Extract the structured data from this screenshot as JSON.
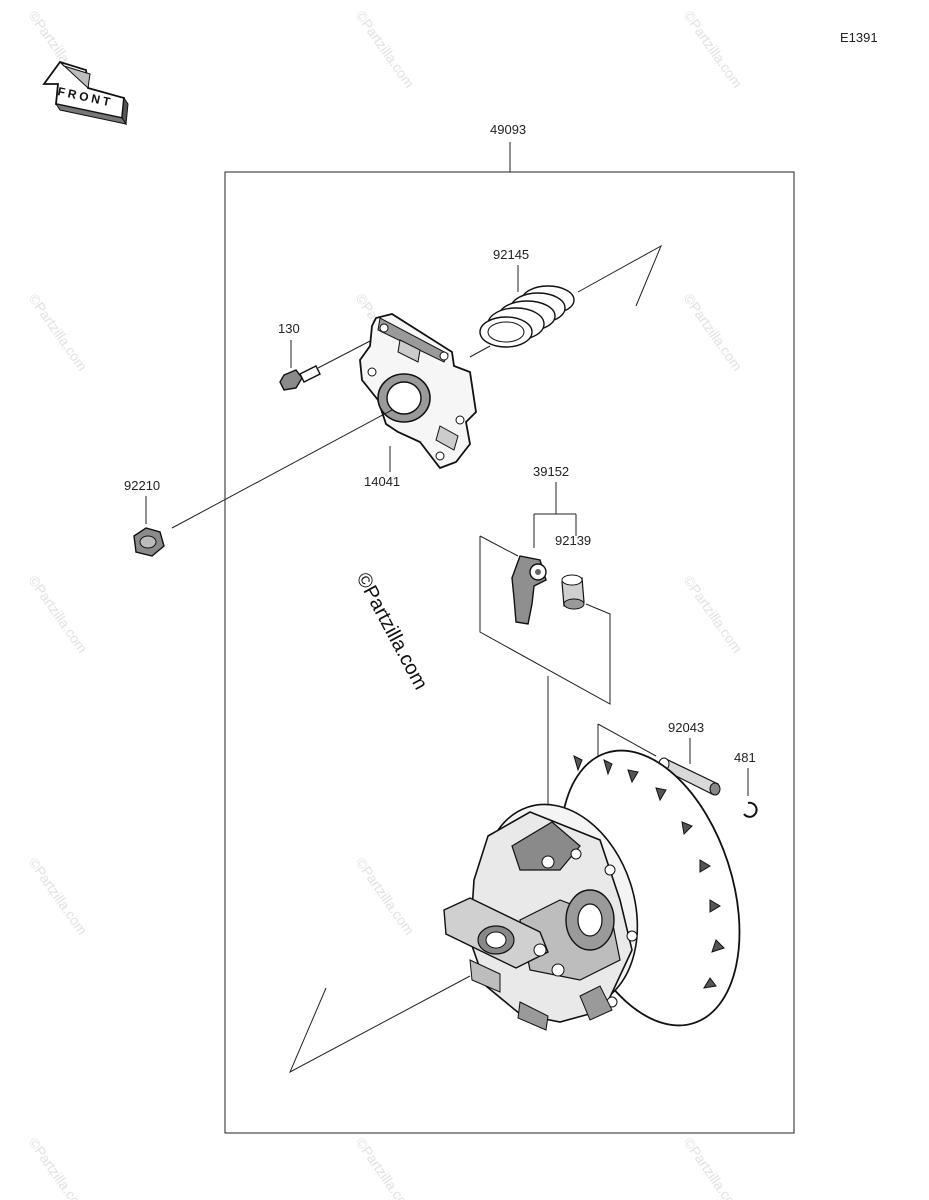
{
  "diagram_code": "E1391",
  "front_label": "FRONT",
  "watermark_text": "©Partzilla.com",
  "center_watermark_text": "©Partzilla.com",
  "parts": {
    "assembly": "49093",
    "spring": "92145",
    "bolt": "130",
    "cover_plate": "14041",
    "nut": "92210",
    "weight_set": "39152",
    "collar": "92139",
    "pin": "92043",
    "circlip": "481"
  }
}
